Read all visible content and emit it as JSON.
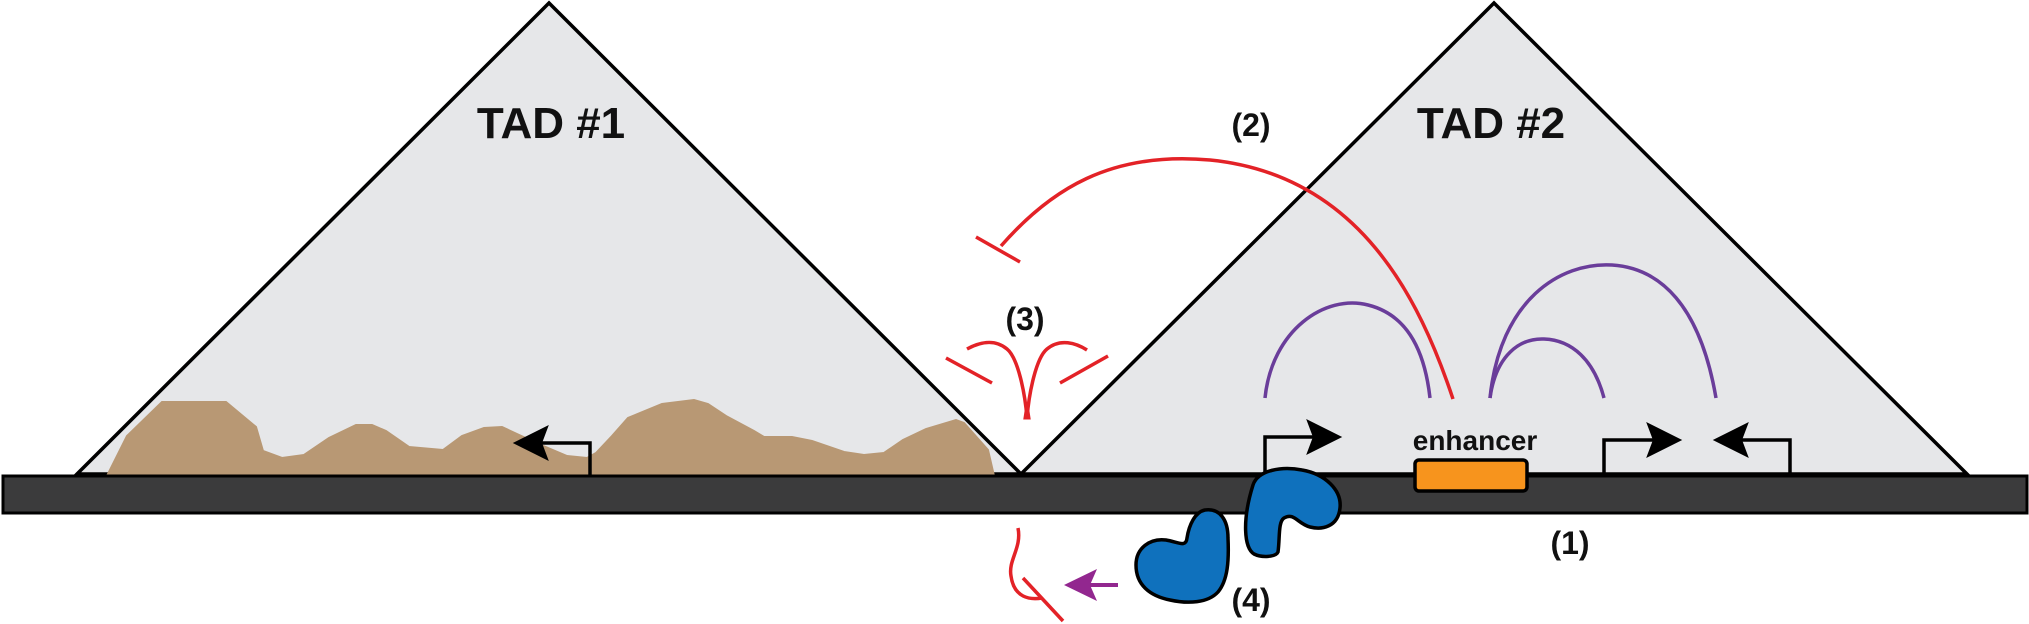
{
  "tads": [
    {
      "label": "TAD #1"
    },
    {
      "label": "TAD #2"
    }
  ],
  "annotations": {
    "one": "(1)",
    "two": "(2)",
    "three": "(3)",
    "four": "(4)"
  },
  "enhancer": {
    "label": "enhancer"
  },
  "colors": {
    "tad_fill": "#e6e7e9",
    "chromatin_bar": "#3b3b3c",
    "heterochromatin": "#b89874",
    "enhancer": "#f7941d",
    "repression": "#e32227",
    "contact_arcs": "#6a3d9a",
    "protein": "#0f71bd",
    "arrow_purple": "#92278f"
  },
  "icons": [
    "tad-triangle",
    "heterochromatin-blob",
    "promoter-arrow-icon",
    "repression-arc",
    "contact-arc",
    "enhancer-box",
    "boundary-protein",
    "purple-arrow-icon"
  ]
}
